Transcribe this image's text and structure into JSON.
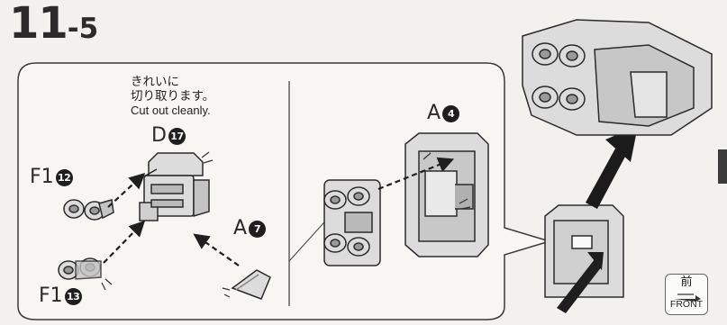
{
  "step": {
    "number": "11",
    "sub": "-5"
  },
  "note": {
    "line1": "きれいに",
    "line2": "切り取ります。",
    "line3": "Cut out cleanly."
  },
  "parts": {
    "d": {
      "runner": "D",
      "num": "17"
    },
    "f1_top": {
      "runner": "F1",
      "num": "12"
    },
    "f1_bottom": {
      "runner": "F1",
      "num": "13"
    },
    "a_small": {
      "runner": "A",
      "num": "7"
    },
    "a_large": {
      "runner": "A",
      "num": "4"
    }
  },
  "front_badge": {
    "kanji": "前",
    "label": "FRONT"
  },
  "colors": {
    "background": "#f3f1ed",
    "ink": "#2b2b2b",
    "part_fill": "#dcdcdc",
    "part_dark": "#b9b9b9"
  }
}
